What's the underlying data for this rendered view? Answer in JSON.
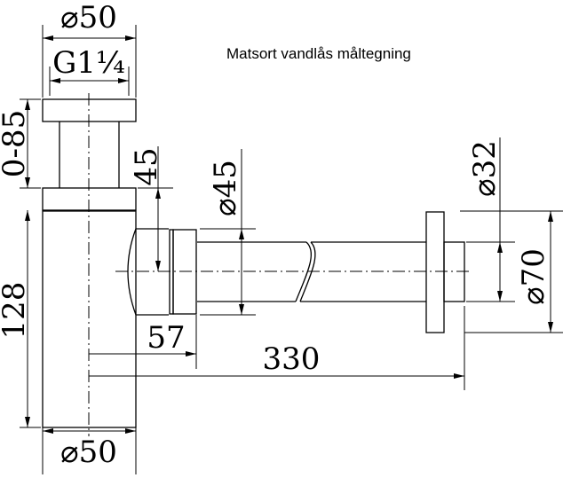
{
  "title": "Matsort vandlås måltegning",
  "dimensions": {
    "top_diameter": "⌀50",
    "thread": "G1¼",
    "height_adjust": "0-85",
    "outlet_height": "45",
    "pipe_diameter": "⌀45",
    "wall_pipe_diameter": "⌀32",
    "rosette_diameter": "⌀70",
    "body_height": "128",
    "nut_offset": "57",
    "length": "330",
    "bottom_diameter": "⌀50"
  },
  "colors": {
    "line": "#000000",
    "background": "#ffffff"
  }
}
